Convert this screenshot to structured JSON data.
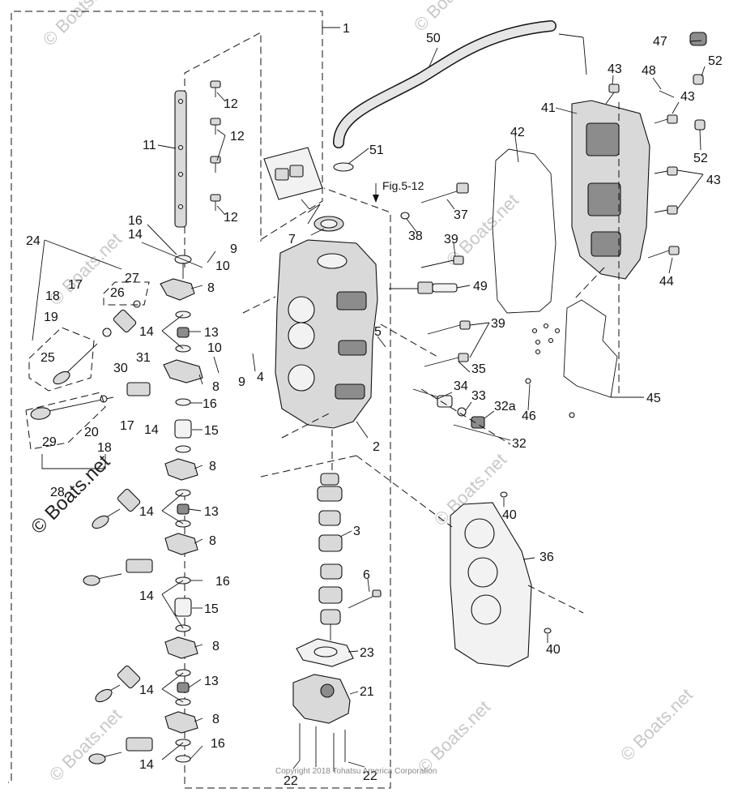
{
  "diagram": {
    "part_numbers": [
      "1",
      "2",
      "3",
      "4",
      "5",
      "6",
      "7",
      "8",
      "9",
      "10",
      "11",
      "12",
      "13",
      "14",
      "15",
      "16",
      "17",
      "18",
      "19",
      "20",
      "21",
      "22",
      "23",
      "24",
      "25",
      "26",
      "27",
      "28",
      "29",
      "30",
      "31",
      "32",
      "32a",
      "33",
      "34",
      "35",
      "36",
      "37",
      "38",
      "39",
      "40",
      "41",
      "42",
      "43",
      "44",
      "45",
      "46",
      "47",
      "48",
      "49",
      "50",
      "51",
      "52"
    ],
    "reference": "Fig.5-12",
    "watermark_main": "© Boats.net",
    "watermark_faint": "© Boats.net",
    "copyright": "Copyright 2018 Tohatsu America Corporation"
  }
}
